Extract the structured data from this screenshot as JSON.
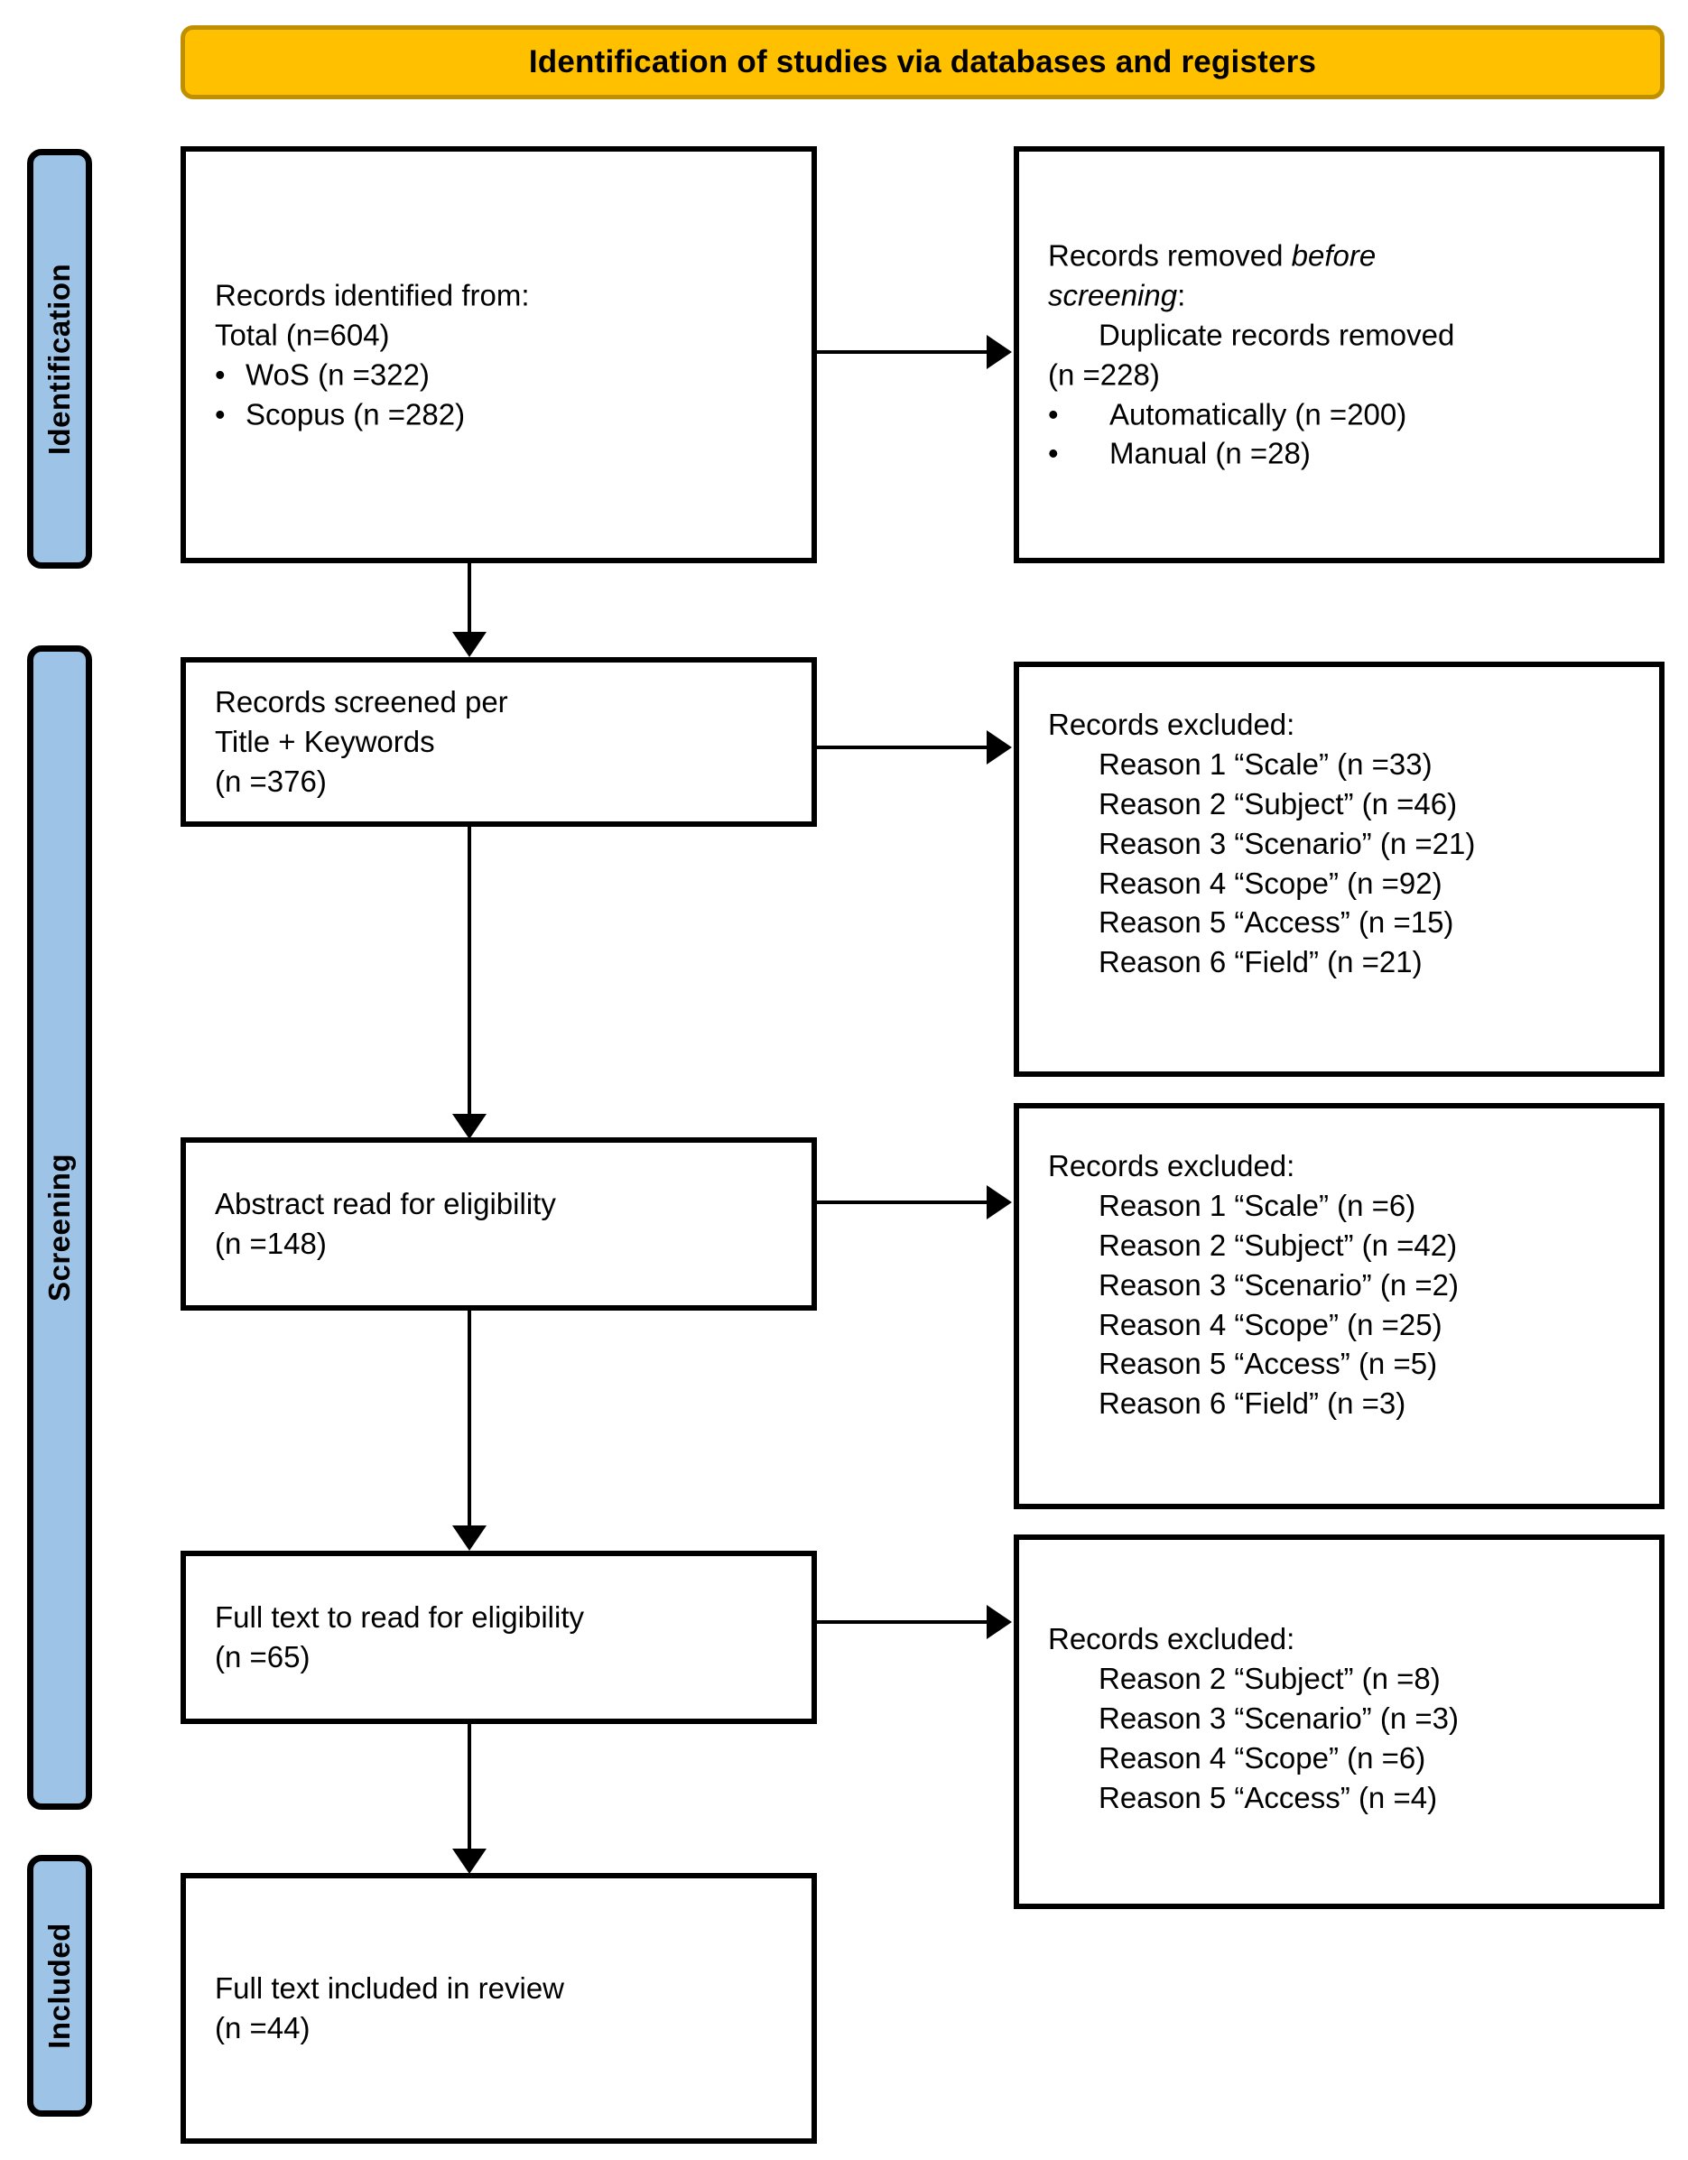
{
  "header": {
    "title": "Identification of studies via databases and registers",
    "bg_color": "#FFC000",
    "border_color": "#BF8F00"
  },
  "bands": [
    {
      "label": "Identification"
    },
    {
      "label": "Screening"
    },
    {
      "label": "Included"
    }
  ],
  "band_color": "#9DC3E6",
  "boxes": {
    "identified": {
      "line1": "Records identified from:",
      "line2": "Total (n=604)",
      "bullet1": "WoS (n =322)",
      "bullet2": "Scopus (n =282)"
    },
    "removed_before": {
      "line1_a": "Records removed ",
      "line1_em": "before",
      "line2_em": "screening",
      "line2_b": ":",
      "line3": "Duplicate records removed",
      "line4": "(n =228)",
      "bullet1": "Automatically (n =200)",
      "bullet2": "Manual (n =28)"
    },
    "screened": {
      "line1": "Records screened per",
      "line2": "Title + Keywords",
      "line3": "(n =376)"
    },
    "excluded_screen": {
      "title": "Records excluded:",
      "reasons": [
        "Reason 1 “Scale” (n =33)",
        "Reason 2 “Subject” (n =46)",
        "Reason 3 “Scenario” (n =21)",
        "Reason 4 “Scope” (n =92)",
        "Reason 5 “Access” (n =15)",
        "Reason 6 “Field” (n =21)"
      ]
    },
    "abstract": {
      "line1": "Abstract read for eligibility",
      "line2": "(n =148)"
    },
    "excluded_abstract": {
      "title": "Records excluded:",
      "reasons": [
        "Reason 1 “Scale” (n =6)",
        "Reason 2 “Subject” (n =42)",
        "Reason 3 “Scenario” (n =2)",
        "Reason 4 “Scope” (n =25)",
        "Reason 5 “Access” (n =5)",
        "Reason 6 “Field” (n =3)"
      ]
    },
    "fulltext": {
      "line1": "Full text to read for eligibility",
      "line2": "(n =65)"
    },
    "excluded_fulltext": {
      "title": "Records excluded:",
      "reasons": [
        "Reason 2 “Subject” (n =8)",
        "Reason 3 “Scenario” (n =3)",
        "Reason 4 “Scope” (n =6)",
        "Reason 5 “Access” (n =4)"
      ]
    },
    "included": {
      "line1": "Full text included in review",
      "line2": "(n =44)"
    }
  }
}
